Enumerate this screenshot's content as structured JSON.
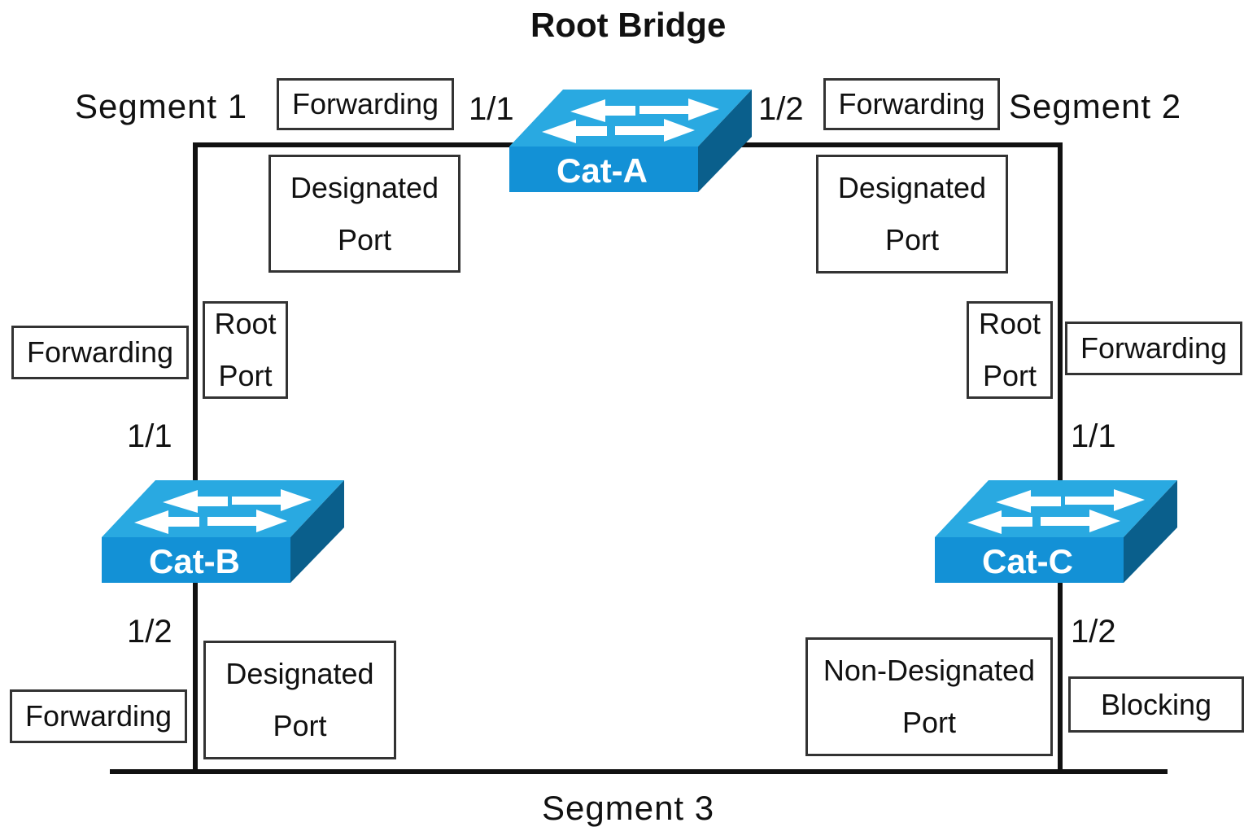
{
  "title": "Root Bridge",
  "segments": {
    "s1": "Segment 1",
    "s2": "Segment 2",
    "s3": "Segment 3"
  },
  "switches": {
    "a": {
      "name": "Cat-A",
      "port1": "1/1",
      "port2": "1/2"
    },
    "b": {
      "name": "Cat-B",
      "port1": "1/1",
      "port2": "1/2"
    },
    "c": {
      "name": "Cat-C",
      "port1": "1/1",
      "port2": "1/2"
    }
  },
  "states": {
    "a_p1": "Forwarding",
    "a_p2": "Forwarding",
    "b_p1": "Forwarding",
    "b_p2": "Forwarding",
    "c_p1": "Forwarding",
    "c_p2": "Blocking"
  },
  "roles": {
    "a_p1": {
      "line1": "Designated",
      "line2": "Port"
    },
    "a_p2": {
      "line1": "Designated",
      "line2": "Port"
    },
    "b_p1": {
      "line1": "Root",
      "line2": "Port"
    },
    "b_p2": {
      "line1": "Designated",
      "line2": "Port"
    },
    "c_p1": {
      "line1": "Root",
      "line2": "Port"
    },
    "c_p2": {
      "line1": "Non-Designated",
      "line2": "Port"
    }
  },
  "colors": {
    "switch_top": "#29a9e1",
    "switch_front": "#1391d6",
    "switch_side": "#0a5f8c",
    "line": "#111111",
    "box_border": "#333333"
  }
}
